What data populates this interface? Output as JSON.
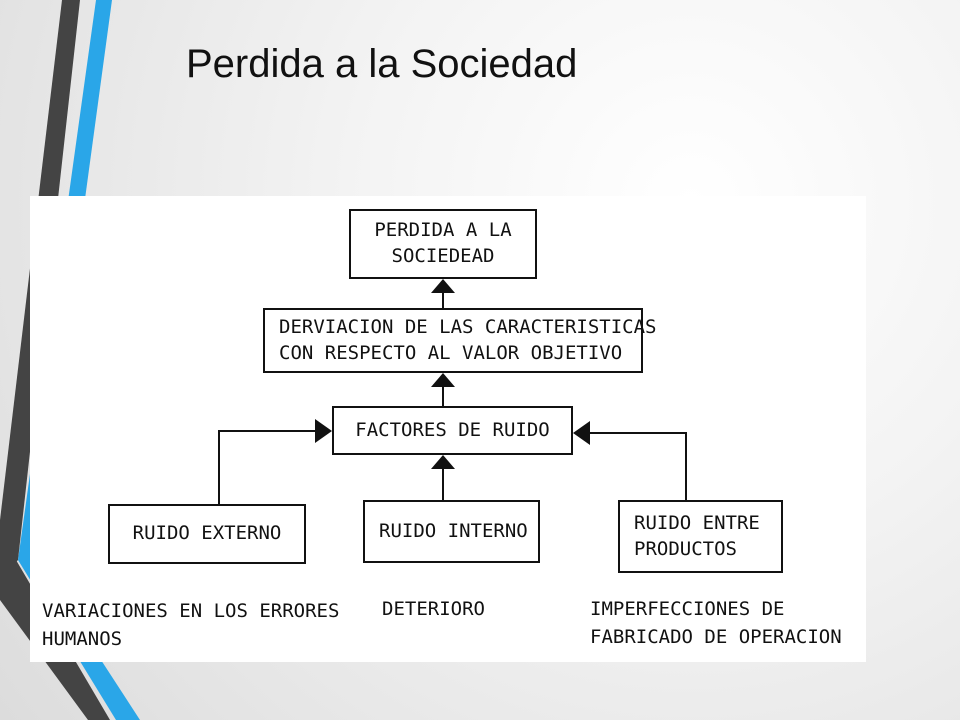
{
  "slide": {
    "title": "Perdida a la Sociedad"
  },
  "colors": {
    "accent_blue": "#2aa6e8",
    "accent_dark": "#444444",
    "line": "#111111"
  },
  "diagram": {
    "nodes": {
      "perdida": {
        "lines": [
          "PERDIDA A LA",
          "SOCIEDEAD"
        ]
      },
      "derivacion": {
        "lines": [
          "DERVIACION DE LAS CARACTERISTICAS",
          "CON RESPECTO AL VALOR OBJETIVO"
        ]
      },
      "factores": {
        "lines": [
          "FACTORES DE RUIDO"
        ]
      },
      "externo": {
        "lines": [
          "RUIDO EXTERNO"
        ]
      },
      "interno": {
        "lines": [
          "RUIDO INTERNO"
        ]
      },
      "productos": {
        "lines": [
          "RUIDO ENTRE",
          "PRODUCTOS"
        ]
      }
    },
    "captions": {
      "externo": [
        "VARIACIONES EN LOS ERRORES",
        "HUMANOS"
      ],
      "interno": [
        "DETERIORO"
      ],
      "productos": [
        "IMPERFECCIONES DE",
        "FABRICADO DE OPERACION"
      ]
    },
    "edges": [
      {
        "from": "derivacion",
        "to": "perdida"
      },
      {
        "from": "factores",
        "to": "derivacion"
      },
      {
        "from": "interno",
        "to": "factores"
      },
      {
        "from": "externo",
        "to": "factores"
      },
      {
        "from": "productos",
        "to": "factores"
      }
    ]
  }
}
